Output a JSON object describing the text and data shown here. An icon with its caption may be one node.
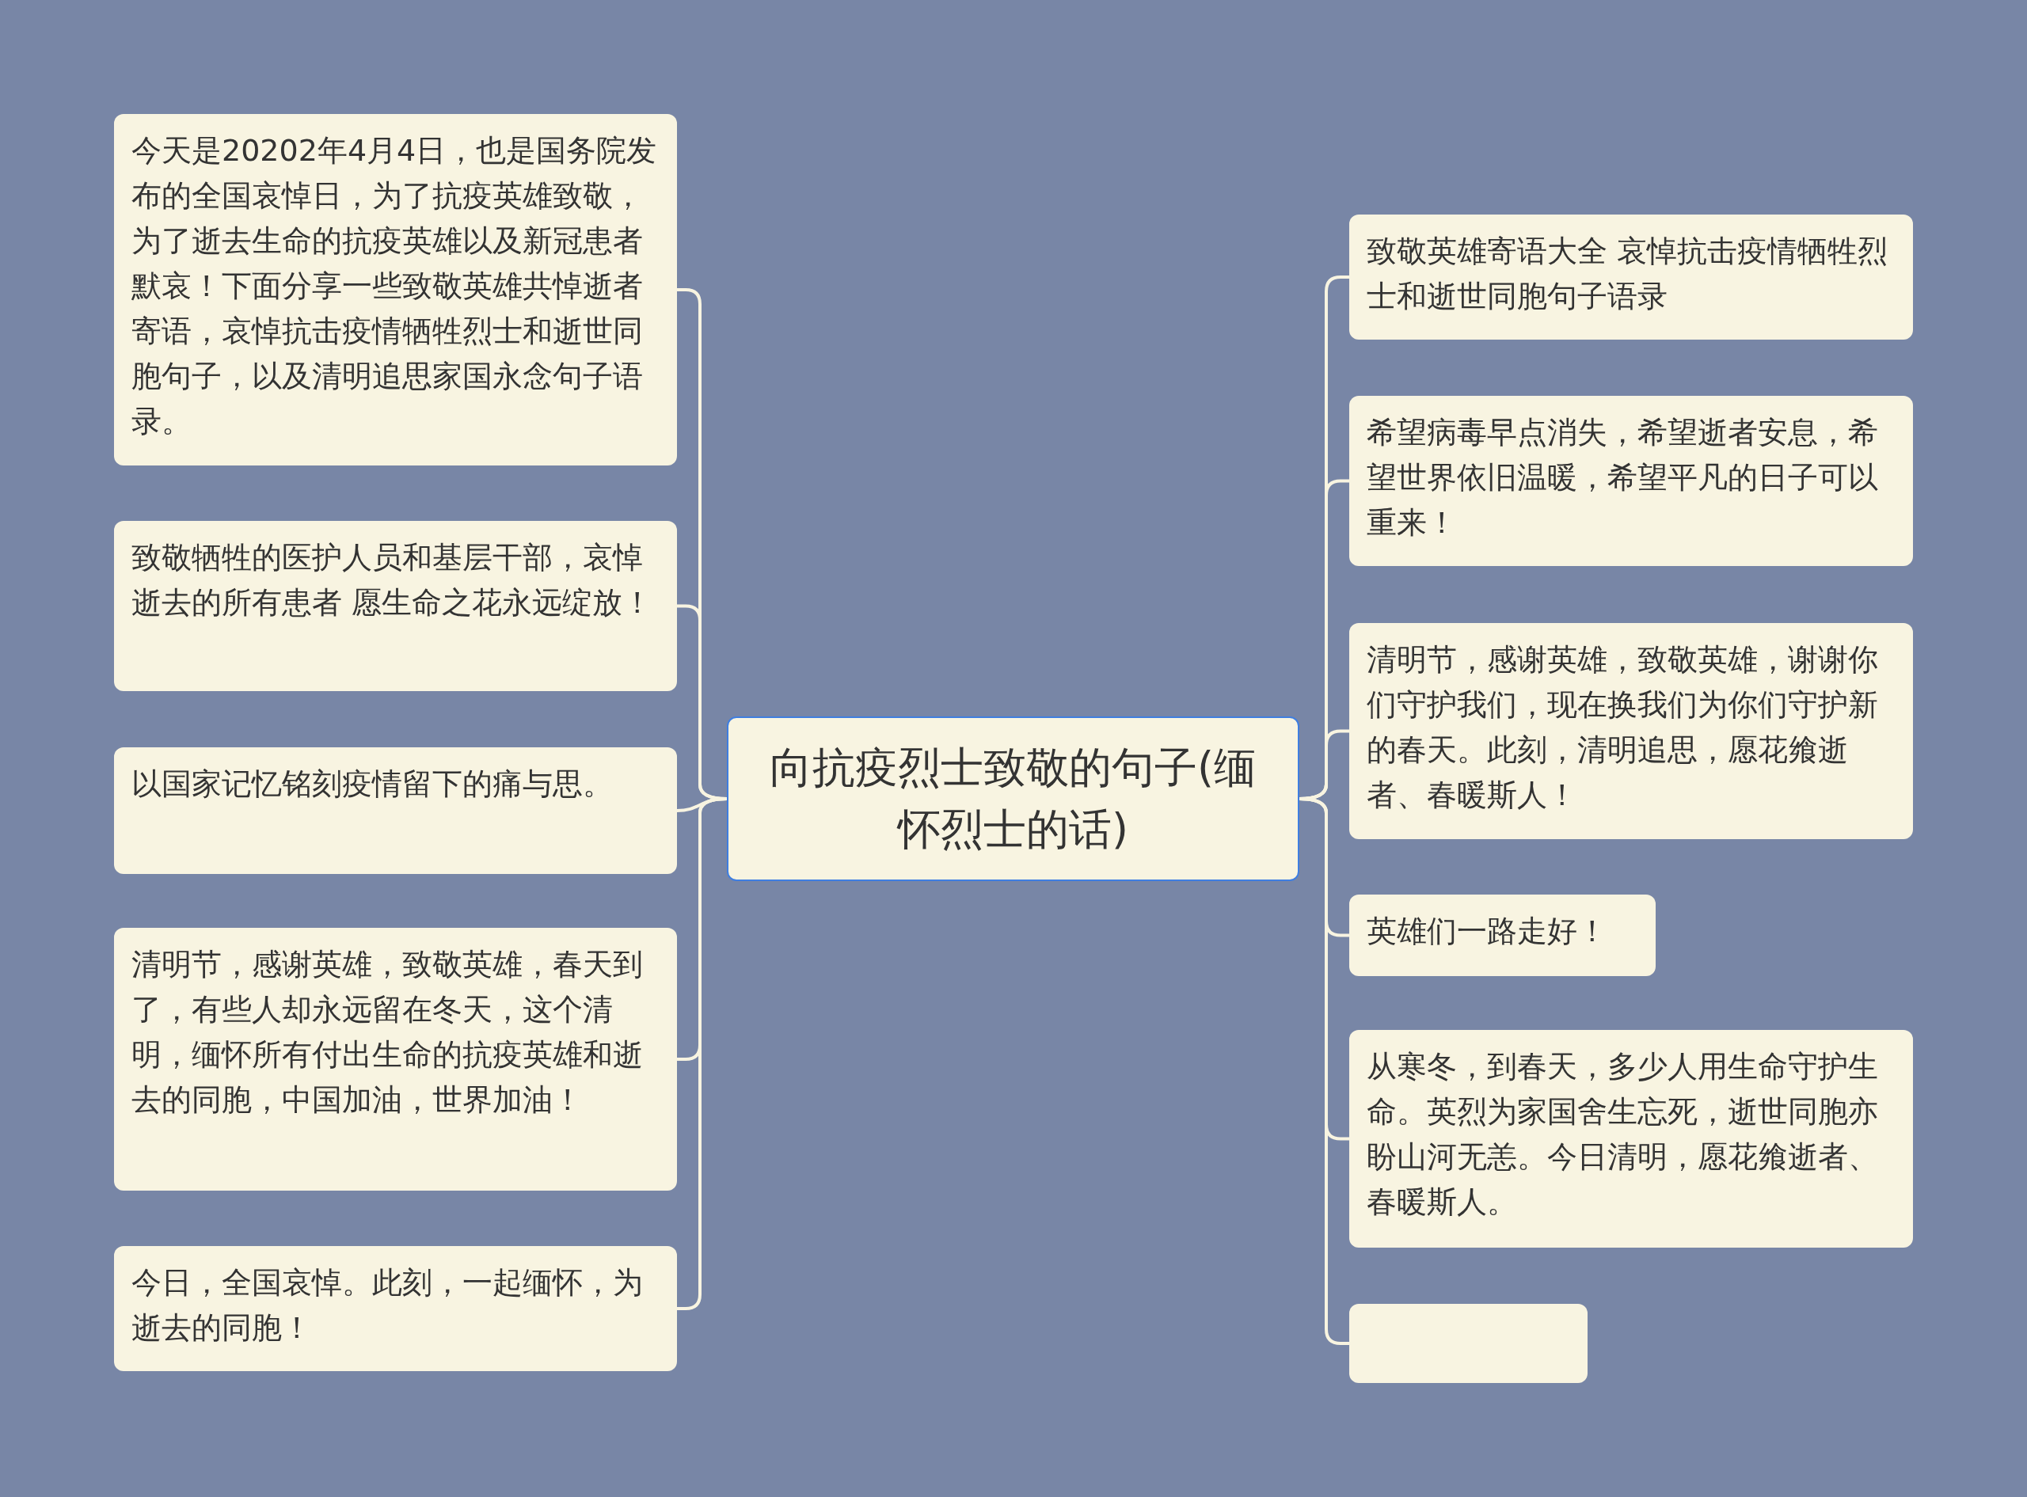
{
  "diagram": {
    "nodes": [
      {
        "text": [
          "向抗疫烈士致敬的句子(缅怀烈士的话)"
        ]
      },
      {
        "text": [
          "今天是20202年4月4日，也是国务院发布的全国哀悼日，为了抗疫英雄致敬，为了逝去生命的抗疫英雄以及新冠患者默哀！下面分享一些致敬英雄共悼逝者寄语，哀悼抗击疫情牺牲烈士和逝世同胞句子，以及清明追思家国永念句子语录。"
        ]
      },
      {
        "text": [
          "致敬牺牲的医护人员和基层干部，哀悼逝去的所有患者 愿生命之花永远绽放！"
        ]
      },
      {
        "text": [
          "以国家记忆铭刻疫情留下的痛与思。"
        ]
      },
      {
        "text": [
          "清明节，感谢英雄，致敬英雄，春天到了，有些人却永远留在冬天，这个清明，缅怀所有付出生命的抗疫英雄和逝去的同胞，中国加油，世界加油！"
        ]
      },
      {
        "text": [
          "今日，全国哀悼。此刻，一起缅怀，为逝去的同胞！"
        ]
      },
      {
        "text": [
          "致敬英雄寄语大全 哀悼抗击疫情牺牲烈士和逝世同胞句子语录"
        ]
      },
      {
        "text": [
          "希望病毒早点消失，希望逝者安息，希望世界依旧温暖，希望平凡的日子可以重来！"
        ]
      },
      {
        "text": [
          "清明节，感谢英雄，致敬英雄，谢谢你们守护我们，现在换我们为你们守护新的春天。此刻，清明追思，愿花飨逝者、春暖斯人！"
        ]
      },
      {
        "text": [
          "英雄们一路走好！"
        ]
      },
      {
        "text": [
          "从寒冬，到春天，多少人用生命守护生命。英烈为家国舍生忘死，逝世同胞亦盼山河无恙。今日清明，愿花飨逝者、春暖斯人。"
        ]
      },
      {
        "text": [],
        "shape": "box"
      }
    ],
    "edges": [
      {
        "from": 0,
        "to": 1,
        "arrow": "none"
      },
      {
        "from": 0,
        "to": 2,
        "arrow": "none"
      },
      {
        "from": 0,
        "to": 3,
        "arrow": "none"
      },
      {
        "from": 0,
        "to": 4,
        "arrow": "none"
      },
      {
        "from": 0,
        "to": 5,
        "arrow": "none"
      },
      {
        "from": 0,
        "to": 6,
        "arrow": "none"
      },
      {
        "from": 0,
        "to": 7,
        "arrow": "none"
      },
      {
        "from": 0,
        "to": 8,
        "arrow": "none"
      },
      {
        "from": 0,
        "to": 9,
        "arrow": "none"
      },
      {
        "from": 0,
        "to": 10,
        "arrow": "none"
      },
      {
        "from": 0,
        "to": 11,
        "arrow": "none"
      }
    ]
  }
}
